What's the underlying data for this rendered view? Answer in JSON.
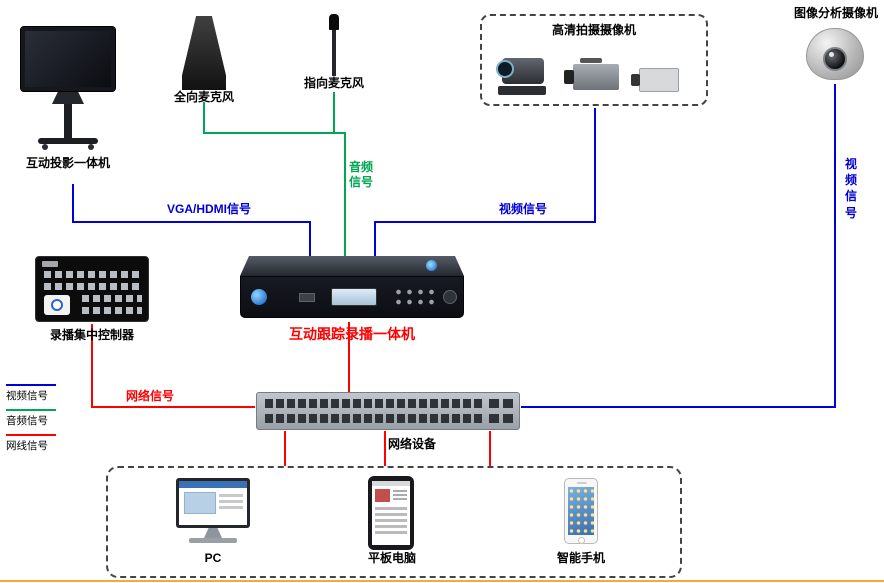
{
  "devices": {
    "display": {
      "label": "互动投影一体机"
    },
    "omni_mic": {
      "label": "全向麦克风"
    },
    "dir_mic": {
      "label": "指向麦克风"
    },
    "hd_camera_group": {
      "label": "高清拍摄摄像机"
    },
    "analysis_camera": {
      "label": "图像分析摄像机"
    },
    "recorder": {
      "label": "互动跟踪录播一体机",
      "label_color": "#ff0000"
    },
    "controller": {
      "label": "录播集中控制器"
    },
    "network_switch": {
      "label": "网络设备"
    },
    "pc": {
      "label": "PC"
    },
    "tablet": {
      "label": "平板电脑"
    },
    "phone": {
      "label": "智能手机"
    }
  },
  "connections": {
    "vga_hdmi": {
      "label": "VGA/HDMI信号",
      "color": "#0000dd"
    },
    "audio": {
      "label": "音频信号",
      "color": "#00a651"
    },
    "camera_video": {
      "label": "视频信号",
      "color": "#0000dd"
    },
    "analysis_video": {
      "label": "视频信号",
      "color": "#0000dd"
    },
    "network": {
      "label": "网络信号",
      "color": "#ff0000"
    }
  },
  "legend": {
    "items": [
      {
        "label": "视频信号",
        "color": "#0000dd"
      },
      {
        "label": "音频信号",
        "color": "#00a651"
      },
      {
        "label": "网线信号",
        "color": "#ff0000"
      }
    ]
  }
}
